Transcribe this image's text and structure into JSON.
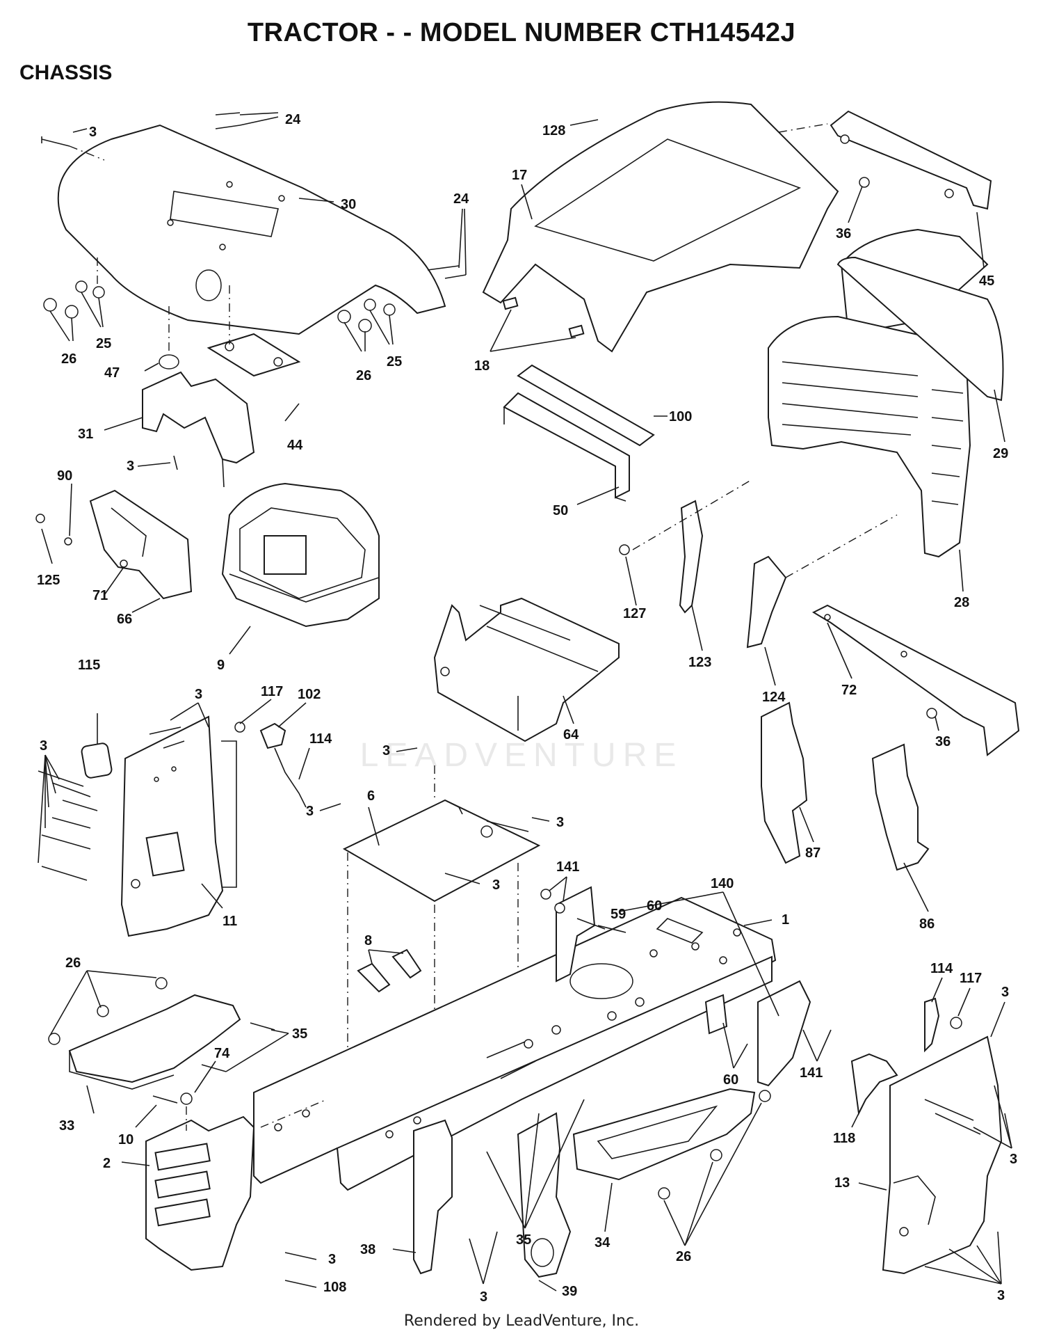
{
  "header": {
    "title": "TRACTOR - - MODEL NUMBER CTH14542J",
    "section": "CHASSIS"
  },
  "footer": {
    "text": "Rendered by LeadVenture, Inc."
  },
  "watermark": {
    "text": "LEADVENTURE"
  },
  "callouts": [
    {
      "id": "c1",
      "text": "3"
    },
    {
      "id": "c2",
      "text": "24"
    },
    {
      "id": "c3",
      "text": "30"
    },
    {
      "id": "c4",
      "text": "24"
    },
    {
      "id": "c5",
      "text": "26"
    },
    {
      "id": "c6",
      "text": "25"
    },
    {
      "id": "c7",
      "text": "26"
    },
    {
      "id": "c8",
      "text": "25"
    },
    {
      "id": "c9",
      "text": "47"
    },
    {
      "id": "c10",
      "text": "31"
    },
    {
      "id": "c11",
      "text": "44"
    },
    {
      "id": "c12",
      "text": "3"
    },
    {
      "id": "c13",
      "text": "90"
    },
    {
      "id": "c14",
      "text": "125"
    },
    {
      "id": "c15",
      "text": "71"
    },
    {
      "id": "c16",
      "text": "66"
    },
    {
      "id": "c17",
      "text": "9"
    },
    {
      "id": "c18",
      "text": "128"
    },
    {
      "id": "c19",
      "text": "17"
    },
    {
      "id": "c20",
      "text": "18"
    },
    {
      "id": "c21",
      "text": "36"
    },
    {
      "id": "c22",
      "text": "45"
    },
    {
      "id": "c23",
      "text": "100"
    },
    {
      "id": "c24",
      "text": "50"
    },
    {
      "id": "c25",
      "text": "29"
    },
    {
      "id": "c26",
      "text": "28"
    },
    {
      "id": "c27",
      "text": "127"
    },
    {
      "id": "c28",
      "text": "123"
    },
    {
      "id": "c29",
      "text": "124"
    },
    {
      "id": "c30",
      "text": "64"
    },
    {
      "id": "c31",
      "text": "72"
    },
    {
      "id": "c32",
      "text": "36"
    },
    {
      "id": "c33",
      "text": "115"
    },
    {
      "id": "c34",
      "text": "3"
    },
    {
      "id": "c35",
      "text": "117"
    },
    {
      "id": "c36",
      "text": "102"
    },
    {
      "id": "c37",
      "text": "114"
    },
    {
      "id": "c38",
      "text": "3"
    },
    {
      "id": "c39",
      "text": "11"
    },
    {
      "id": "c40",
      "text": "3"
    },
    {
      "id": "c41",
      "text": "6"
    },
    {
      "id": "c42",
      "text": "3"
    },
    {
      "id": "c43",
      "text": "3"
    },
    {
      "id": "c44",
      "text": "3"
    },
    {
      "id": "c45",
      "text": "87"
    },
    {
      "id": "c46",
      "text": "86"
    },
    {
      "id": "c47",
      "text": "8"
    },
    {
      "id": "c48",
      "text": "141"
    },
    {
      "id": "c49",
      "text": "140"
    },
    {
      "id": "c50",
      "text": "59"
    },
    {
      "id": "c51",
      "text": "60"
    },
    {
      "id": "c52",
      "text": "1"
    },
    {
      "id": "c53",
      "text": "26"
    },
    {
      "id": "c54",
      "text": "35"
    },
    {
      "id": "c55",
      "text": "33"
    },
    {
      "id": "c56",
      "text": "10"
    },
    {
      "id": "c57",
      "text": "74"
    },
    {
      "id": "c58",
      "text": "2"
    },
    {
      "id": "c59",
      "text": "3"
    },
    {
      "id": "c60",
      "text": "108"
    },
    {
      "id": "c61",
      "text": "38"
    },
    {
      "id": "c62",
      "text": "3"
    },
    {
      "id": "c63",
      "text": "39"
    },
    {
      "id": "c64",
      "text": "35"
    },
    {
      "id": "c65",
      "text": "34"
    },
    {
      "id": "c66",
      "text": "26"
    },
    {
      "id": "c67",
      "text": "60"
    },
    {
      "id": "c68",
      "text": "141"
    },
    {
      "id": "c69",
      "text": "114"
    },
    {
      "id": "c70",
      "text": "117"
    },
    {
      "id": "c71",
      "text": "3"
    },
    {
      "id": "c72",
      "text": "118"
    },
    {
      "id": "c73",
      "text": "3"
    },
    {
      "id": "c74",
      "text": "13"
    },
    {
      "id": "c75",
      "text": "3"
    }
  ]
}
